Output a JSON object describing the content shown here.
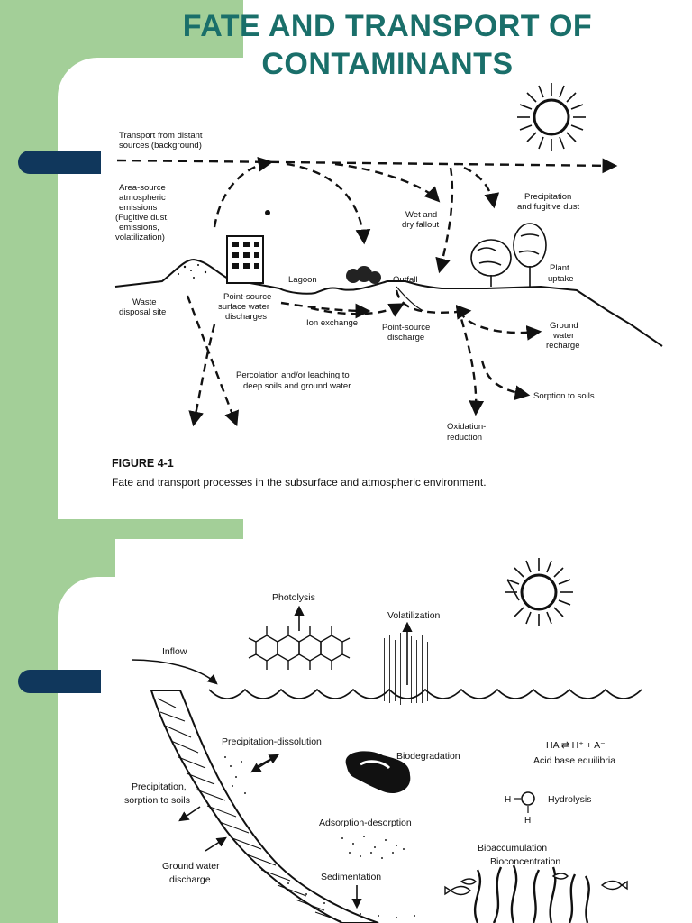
{
  "title": "FATE AND TRANSPORT OF CONTAMINANTS",
  "figure1": {
    "caption_title": "FIGURE 4-1",
    "caption_text": "Fate and transport processes in the subsurface and atmospheric environment.",
    "labels": {
      "transport_1": "Transport from distant",
      "transport_2": "sources (background)",
      "area_1": "Area-source",
      "area_2": "atmospheric",
      "area_3": "emissions",
      "area_4": "(Fugitive dust,",
      "area_5": "emissions,",
      "area_6": "volatilization)",
      "wet_1": "Wet and",
      "wet_2": "dry fallout",
      "precip_1": "Precipitation",
      "precip_2": "and fugitive dust",
      "lagoon": "Lagoon",
      "outfall": "Outfall",
      "plant_1": "Plant",
      "plant_2": "uptake",
      "waste_1": "Waste",
      "waste_2": "disposal site",
      "psw_1": "Point-source",
      "psw_2": "surface water",
      "psw_3": "discharges",
      "ion": "Ion exchange",
      "psd_1": "Point-source",
      "psd_2": "discharge",
      "gwr_1": "Ground",
      "gwr_2": "water",
      "gwr_3": "recharge",
      "perc_1": "Percolation and/or leaching to",
      "perc_2": "deep soils and ground water",
      "sorption": "Sorption to soils",
      "ox_1": "Oxidation-",
      "ox_2": "reduction"
    }
  },
  "figure2": {
    "labels": {
      "photolysis": "Photolysis",
      "volatilization": "Volatilization",
      "inflow": "Inflow",
      "precip_diss": "Precipitation-dissolution",
      "biodeg": "Biodegradation",
      "acid_1": "HA ⇄ H⁺ + A⁻",
      "acid_2": "Acid base equilibria",
      "hydrolysis": "Hydrolysis",
      "psorp_1": "Precipitation,",
      "psorp_2": "sorption to soils",
      "adsorp": "Adsorption-desorption",
      "gwd_1": "Ground water",
      "gwd_2": "discharge",
      "sed": "Sedimentation",
      "bioacc": "Bioaccumulation",
      "biocon": "Bioconcentration"
    }
  }
}
